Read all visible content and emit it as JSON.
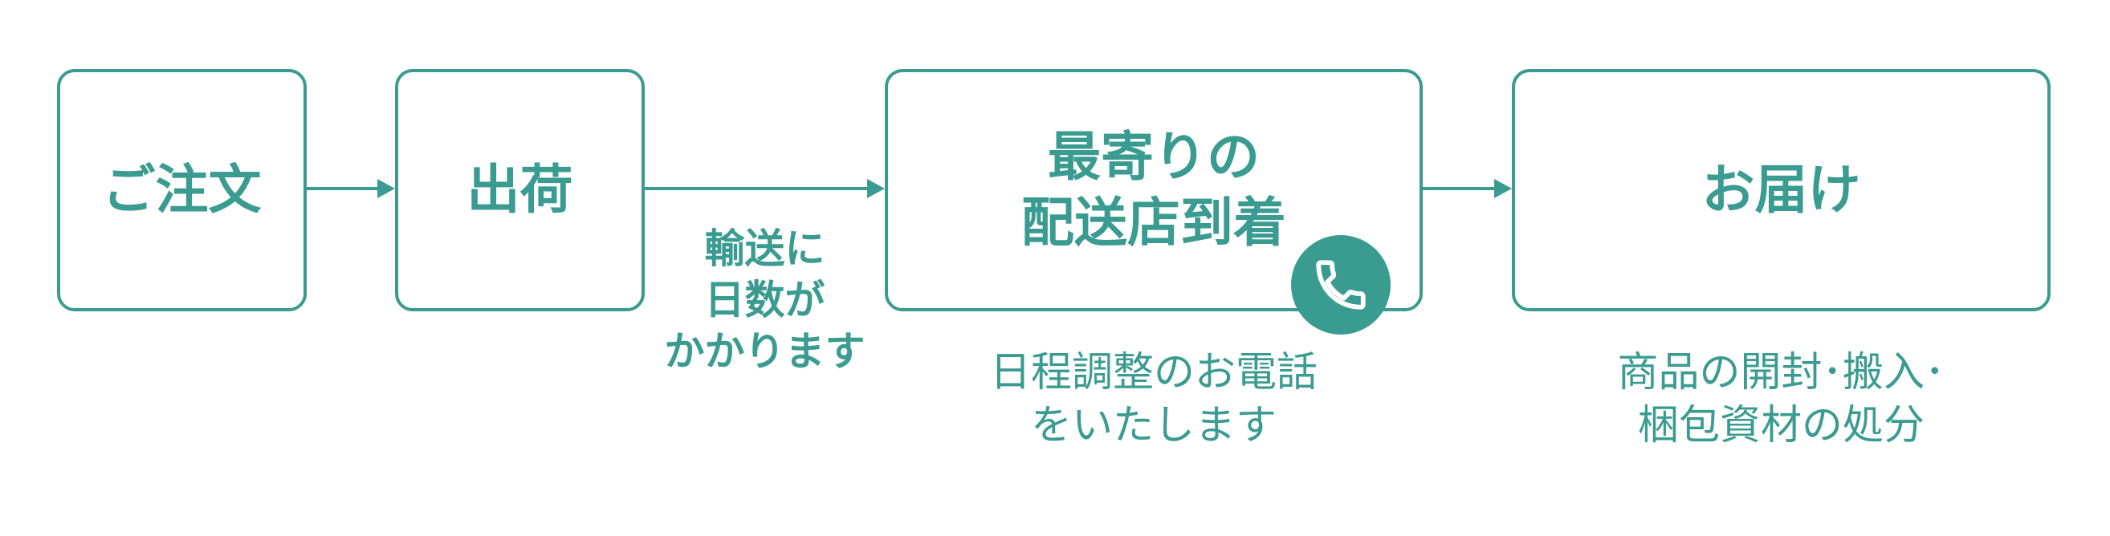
{
  "steps": [
    {
      "id": "order",
      "label": "ご注文"
    },
    {
      "id": "shipping",
      "label": "出荷"
    },
    {
      "id": "arrival",
      "label": "最寄りの\n配送店到着"
    },
    {
      "id": "delivery",
      "label": "お届け"
    }
  ],
  "notes": {
    "transit": "輸送に\n日数が\nかかります",
    "call": "日程調整のお電話\nをいたします",
    "service": "商品の開封･搬入･\n梱包資材の処分"
  },
  "icons": {
    "phone": "phone-icon"
  },
  "colors": {
    "accent": "#3a9b90",
    "background": "#ffffff"
  }
}
